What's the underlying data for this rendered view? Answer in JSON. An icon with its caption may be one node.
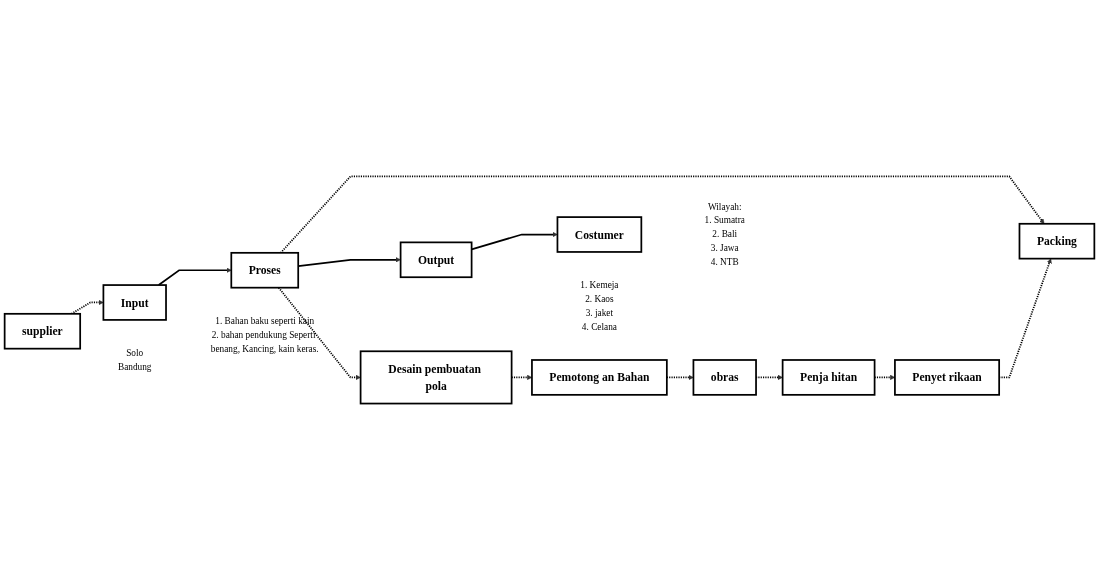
{
  "diagram": {
    "nodes": [
      {
        "text": [
          "supplier"
        ],
        "beside": [
          "Solo",
          "Bandung"
        ]
      },
      {
        "text": [
          "Input"
        ],
        "beside": [
          "1. Bahan baku seperti kain",
          "2. bahan pendukung Seperti benang, Kancing, kain keras."
        ]
      },
      {
        "text": [
          "Proses"
        ]
      },
      {
        "text": [
          "Output"
        ],
        "beside": [
          "1. Kemeja",
          "2. Kaos",
          "3. jaket",
          "4. Celana"
        ]
      },
      {
        "text": [
          "Costumer"
        ],
        "beside": [
          "Wilayah:",
          "1. Sumatra",
          "2. Bali",
          "3. Jawa",
          "4. NTB"
        ]
      },
      {
        "text": [
          "Desain pembuatan pola"
        ]
      },
      {
        "text": [
          "Pemotong an Bahan"
        ]
      },
      {
        "text": [
          "obras"
        ]
      },
      {
        "text": [
          "Penja hitan"
        ]
      },
      {
        "text": [
          "Penyet rikaan"
        ]
      },
      {
        "text": [
          "Packing"
        ]
      }
    ],
    "edges": [
      {
        "from": 0,
        "to": 1,
        "arrow": "to",
        "style": "dashed"
      },
      {
        "from": 1,
        "to": 2,
        "arrow": "to"
      },
      {
        "from": 2,
        "to": 3,
        "arrow": "to"
      },
      {
        "from": 3,
        "to": 4,
        "arrow": "to"
      },
      {
        "from": 2,
        "to": 5,
        "arrow": "to",
        "style": "dashed"
      },
      {
        "from": 2,
        "to": 10,
        "arrow": "to",
        "style": "dashed"
      },
      {
        "from": 5,
        "to": 6,
        "arrow": "to",
        "style": "dashed"
      },
      {
        "from": 6,
        "to": 7,
        "arrow": "to",
        "style": "dashed"
      },
      {
        "from": 7,
        "to": 8,
        "arrow": "to",
        "style": "dashed"
      },
      {
        "from": 8,
        "to": 9,
        "arrow": "to",
        "style": "dashed"
      },
      {
        "from": 9,
        "to": 10,
        "arrow": "to",
        "style": "dashed"
      }
    ]
  }
}
